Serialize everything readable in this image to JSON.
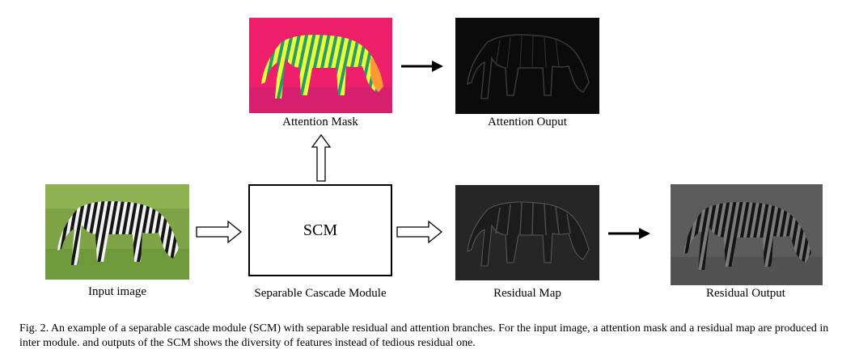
{
  "figure": {
    "input_label": "Input image",
    "scm_text": "SCM",
    "scm_label": "Separable Cascade Module",
    "attention_mask_label": "Attention Mask",
    "attention_output_label": "Attention Ouput",
    "residual_map_label": "Residual Map",
    "residual_output_label": "Residual Output"
  },
  "caption": "Fig. 2.  An example of a separable cascade module (SCM) with separable residual and attention branches. For the input image, a attention mask and a residual map are produced in inter module. and outputs of the SCM shows the diversity of features instead of tedious residual one."
}
